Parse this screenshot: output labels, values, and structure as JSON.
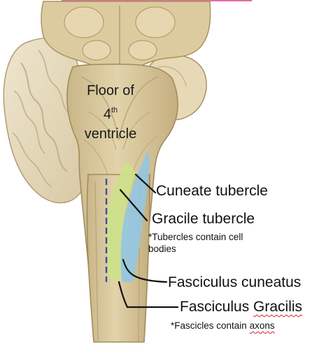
{
  "labels": {
    "floor_line1": "Floor of",
    "floor_digit": "4",
    "floor_sup": "th",
    "floor_line3": "ventricle",
    "cuneate_tubercle": "Cuneate tubercle",
    "gracile_tubercle": "Gracile tubercle",
    "tubercles_note_line1": "*Tubercles contain cell",
    "tubercles_note_line2": "bodies",
    "fasciculus_cuneatus": "Fasciculus cuneatus",
    "fasciculus_gracilis_prefix": "Fasciculus ",
    "fasciculus_gracilis_word": "Gracilis",
    "fascicles_note_prefix": "*Fascicles contain ",
    "fascicles_note_word": "axons"
  },
  "colors": {
    "brainstem": "#d9c9a0",
    "brainstem_shadow": "#b9a57a",
    "cerebellum": "#e8ddc2",
    "cuneate_highlight": "#93c7e3",
    "gracile_highlight": "#cde08a",
    "midline_dash": "#3b4f9a",
    "top_rule": "#e56aa5"
  }
}
